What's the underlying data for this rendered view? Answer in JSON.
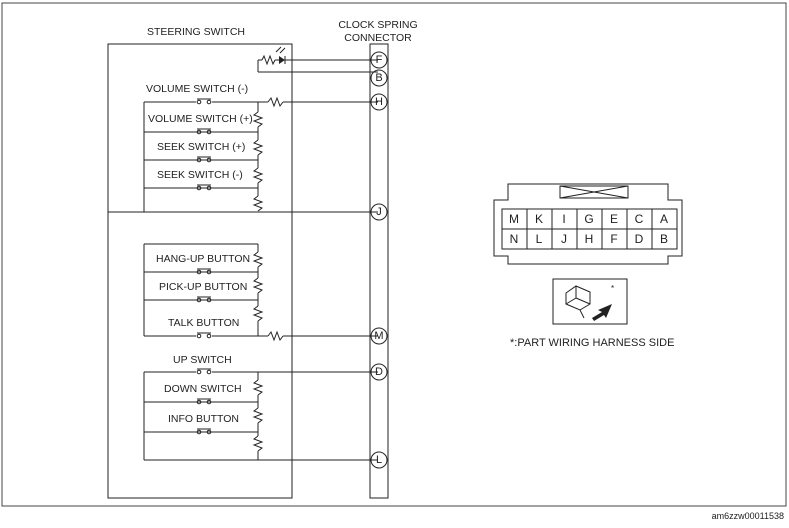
{
  "diagram": {
    "steering_switch_label": "STEERING SWITCH",
    "connector_label_line1": "CLOCK SPRING",
    "connector_label_line2": "CONNECTOR",
    "switches": {
      "volume_minus": "VOLUME SWITCH (-)",
      "volume_plus": "VOLUME SWITCH (+)",
      "seek_plus": "SEEK SWITCH (+)",
      "seek_minus": "SEEK SWITCH (-)",
      "hang_up": "HANG-UP BUTTON",
      "pick_up": "PICK-UP BUTTON",
      "talk": "TALK BUTTON",
      "up": "UP SWITCH",
      "down": "DOWN SWITCH",
      "info": "INFO BUTTON"
    },
    "pins": {
      "F": "F",
      "B": "B",
      "H": "H",
      "J": "J",
      "M": "M",
      "D": "D",
      "L": "L"
    },
    "connector_face": {
      "row1": [
        "M",
        "K",
        "I",
        "G",
        "E",
        "C",
        "A"
      ],
      "row2": [
        "N",
        "L",
        "J",
        "H",
        "F",
        "D",
        "B"
      ]
    },
    "note": "*:PART WIRING HARNESS SIDE",
    "star_mark": "*",
    "image_code": "am6zzw00011538"
  }
}
